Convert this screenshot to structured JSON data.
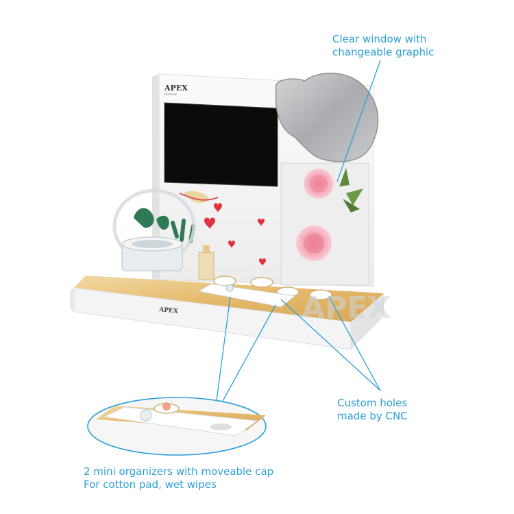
{
  "brand": {
    "name": "APEX",
    "tagline": "DISPLAY",
    "watermark": "APEX"
  },
  "callouts": {
    "clear_window": {
      "line1": "Clear window with",
      "line2": "changeable graphic"
    },
    "custom_holes": {
      "line1": "Custom holes",
      "line2": "made by CNC"
    },
    "organizers": {
      "line1": "2 mini organizers with moveable cap",
      "line2": "For cotton pad, wet wipes"
    }
  },
  "colors": {
    "callout": "#2a9fd6",
    "gold_base": "#e9c27c",
    "screen": "#0b0b0b",
    "white_acrylic": "#f7f7f7",
    "mirror": "#b9bbbd",
    "rose": "#f29fb0",
    "heart": "#e0333f"
  }
}
